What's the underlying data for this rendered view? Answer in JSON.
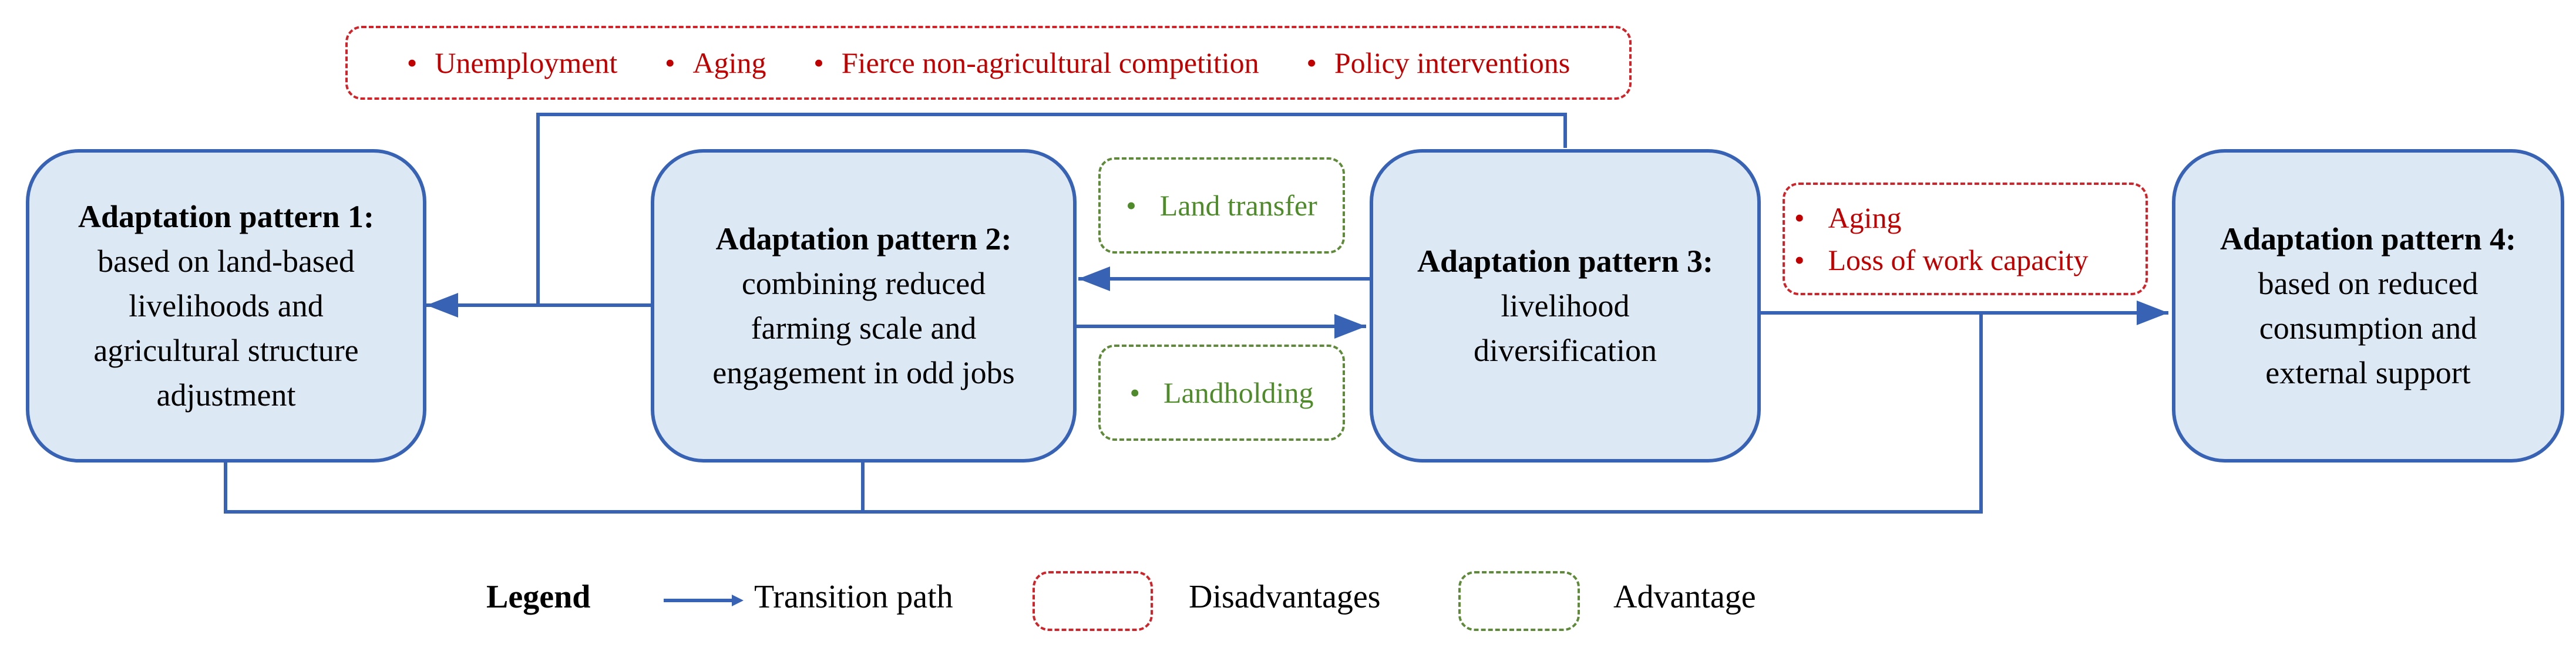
{
  "patterns": [
    {
      "title": "Adaptation pattern 1:",
      "lines": [
        "based on land-based",
        "livelihoods and",
        "agricultural structure",
        "adjustment"
      ]
    },
    {
      "title": "Adaptation pattern 2:",
      "lines": [
        "combining reduced",
        "farming scale and",
        "engagement in odd jobs"
      ]
    },
    {
      "title": "Adaptation pattern 3:",
      "lines": [
        "livelihood",
        "diversification"
      ]
    },
    {
      "title": "Adaptation pattern 4:",
      "lines": [
        "based on reduced",
        "consumption and",
        "external support"
      ]
    }
  ],
  "top_disadvantages": [
    "Unemployment",
    "Aging",
    "Fierce non-agricultural competition",
    "Policy interventions"
  ],
  "mid_disadvantages": [
    "Aging",
    "Loss of work capacity"
  ],
  "advantage_upper": [
    "Land transfer"
  ],
  "advantage_lower": [
    "Landholding"
  ],
  "bullet": "•",
  "legend": {
    "title": "Legend",
    "transition": "Transition path",
    "disadvantages": "Disadvantages",
    "advantage": "Advantage"
  },
  "colors": {
    "arrow": "#3862b4",
    "box_fill": "#dde8f5",
    "disadvantage": "#d0232a",
    "advantage": "#5f8a3a"
  }
}
